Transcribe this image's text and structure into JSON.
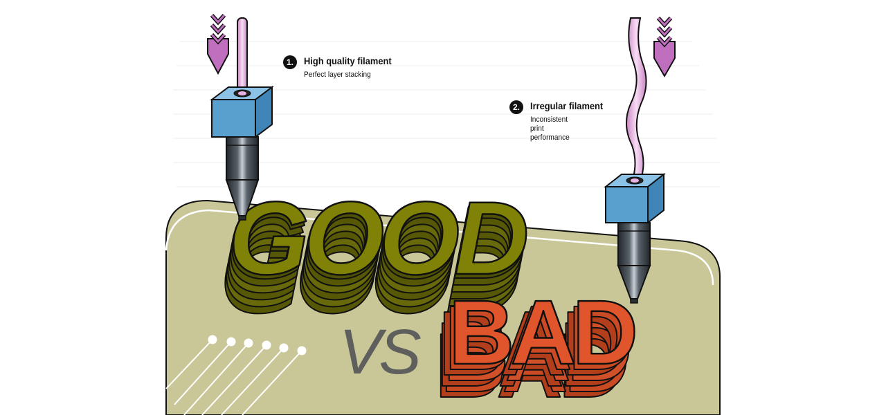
{
  "callouts": [
    {
      "number": "1.",
      "title": "High quality filament",
      "subtitle": "Perfect layer stacking"
    },
    {
      "number": "2.",
      "title": "Irregular filament",
      "subtitle": "Inconsistent print performance"
    }
  ],
  "labels": {
    "good": "GOOD",
    "vs": "VS",
    "bad": "BAD"
  },
  "icons": [
    "feed-arrow-icon",
    "hotend-nozzle-icon",
    "filament-strand-icon"
  ],
  "colors": {
    "bed": "#c9c798",
    "good_text": "#7f8206",
    "bad_text": "#e0552c",
    "filament": "#e8b2e3",
    "arrow": "#c06fbf",
    "heatblock": "#5aa0cf",
    "nozzle": "#3b4248",
    "vs_text": "#5f605e"
  }
}
